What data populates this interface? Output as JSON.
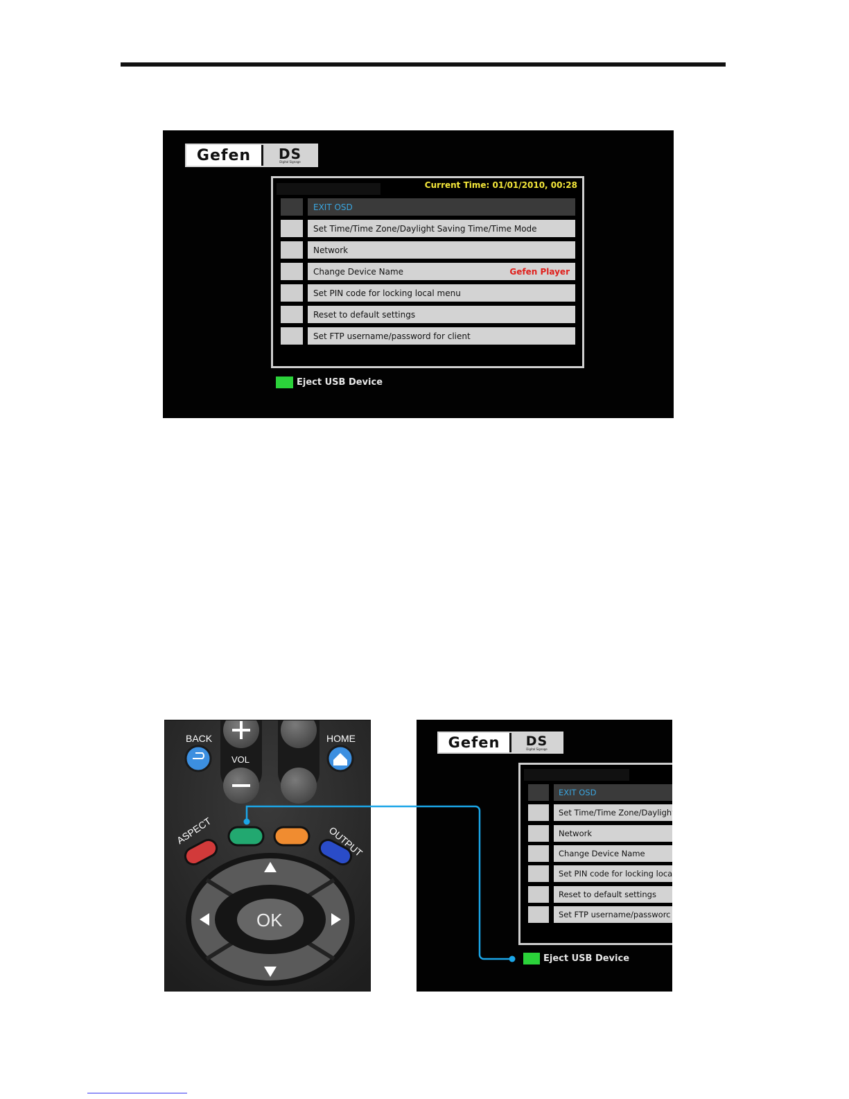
{
  "osd": {
    "logo_brand": "Gefen",
    "logo_product": "DS",
    "logo_tagline": "Digital Signage",
    "current_time": "Current Time: 01/01/2010, 00:28",
    "menu": [
      {
        "label": "EXIT OSD",
        "value": "",
        "selected": true
      },
      {
        "label": "Set Time/Time Zone/Daylight Saving Time/Time Mode",
        "value": ""
      },
      {
        "label": "Network",
        "value": ""
      },
      {
        "label": "Change Device Name",
        "value": "Gefen Player"
      },
      {
        "label": "Set PIN code for locking local menu",
        "value": ""
      },
      {
        "label": "Reset to default settings",
        "value": ""
      },
      {
        "label": "Set FTP username/password for client",
        "value": ""
      }
    ],
    "eject_label": "Eject USB Device"
  },
  "osd_cropped": {
    "menu": [
      "EXIT OSD",
      "Set Time/Time Zone/Daylight",
      "Network",
      "Change Device Name",
      "Set PIN code for locking loca",
      "Reset to default settings",
      "Set FTP username/passworc"
    ]
  },
  "remote": {
    "back": "BACK",
    "home": "HOME",
    "vol": "VOL",
    "aspect": "ASPECT",
    "output": "OUTPUT",
    "ok": "OK"
  },
  "colors": {
    "green_button": "#2bd23a",
    "connector_line": "#1ba6e8",
    "time_text": "#f4e73a",
    "device_name_value": "#e0201c",
    "selected_item_text": "#3aa6e0"
  }
}
